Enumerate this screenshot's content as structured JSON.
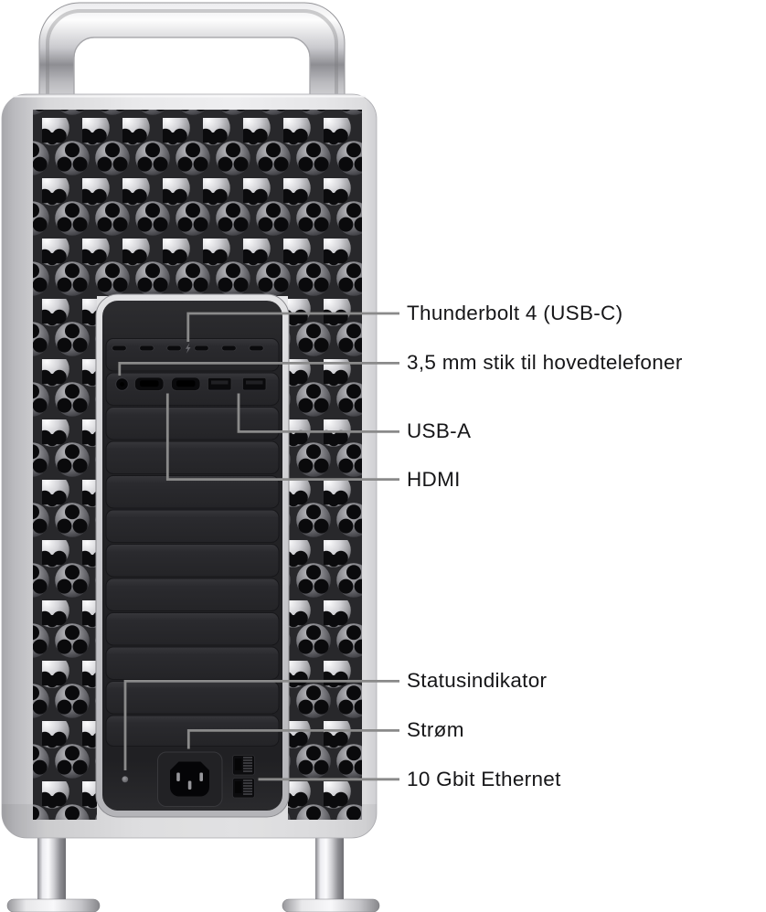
{
  "callouts": {
    "thunderbolt": {
      "label": "Thunderbolt 4 (USB-C)"
    },
    "headphones": {
      "label": "3,5 mm stik til hovedtelefoner"
    },
    "usb_a": {
      "label": "USB-A"
    },
    "hdmi": {
      "label": "HDMI"
    },
    "status": {
      "label": "Statusindikator"
    },
    "power": {
      "label": "Strøm"
    },
    "ethernet": {
      "label": "10 Gbit Ethernet"
    }
  },
  "icons": {
    "thunderbolt_glyph": "lightning-bolt"
  },
  "colors": {
    "background": "#ffffff",
    "body_silver": "#e4e4e6",
    "panel_dark": "#232325",
    "callout_line": "#8a8a8a",
    "label_text": "#161618"
  }
}
